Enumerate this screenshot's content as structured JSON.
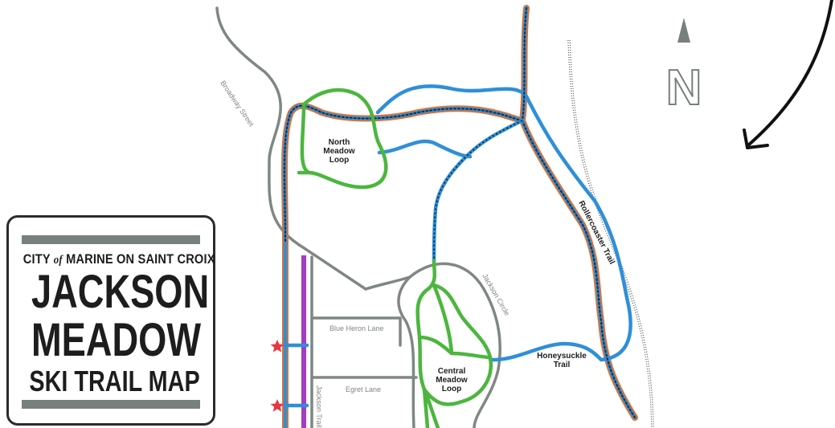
{
  "title": {
    "line1_pre": "CITY ",
    "line1_of": "of",
    "line1_post": " MARINE ON SAINT CROIX",
    "line2": "JACKSON",
    "line3": "MEADOW",
    "line4": "SKI TRAIL MAP"
  },
  "labels": {
    "north_meadow_1": "North",
    "north_meadow_2": "Meadow",
    "north_meadow_3": "Loop",
    "central_meadow_1": "Central",
    "central_meadow_2": "Meadow",
    "central_meadow_3": "Loop",
    "honeysuckle_1": "Honeysuckle",
    "honeysuckle_2": "Trail",
    "rollercoaster": "Rollercoaster Trail",
    "broadway": "Broadway Street",
    "blue_heron": "Blue Heron Lane",
    "egret": "Egret Lane",
    "jackson_circle": "Jackson Circle",
    "jackson_trail": "Jackson Trail",
    "north_letter": "N"
  },
  "colors": {
    "road": "#7f8783",
    "green_trail": "#4cb63e",
    "blue_trail": "#2f8fd8",
    "orange_trail": "#e8702c",
    "purple_trail": "#a23cc0",
    "dotted": "#1e2c3c",
    "marker": "#e8363f",
    "title_bar": "#77807c"
  },
  "icons": [
    "north-arrow-icon",
    "curved-arrow-icon",
    "star-marker-icon"
  ]
}
